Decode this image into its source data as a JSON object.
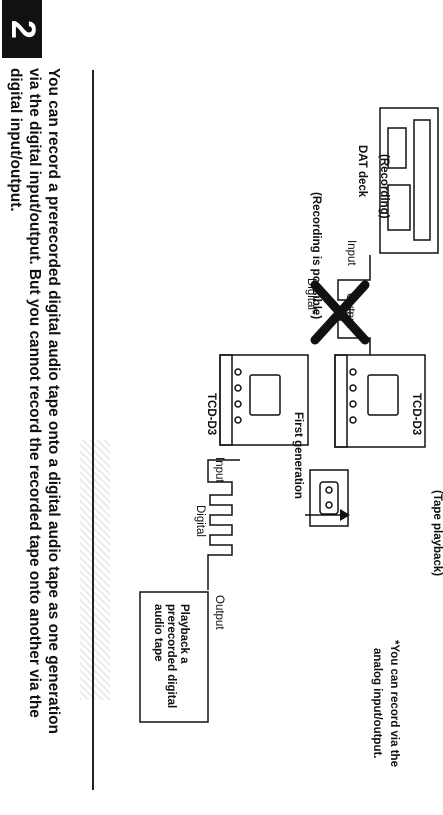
{
  "step": "2",
  "header": {
    "line1": "You can record a prerecorded digital audio tape onto a digital audio tape as one generation",
    "line2": "via the digital input/output. But you cannot record the recorded tape onto another via the",
    "line3": "digital input/output."
  },
  "diagram": {
    "source_box": [
      "Playback a",
      "prerecorded digital",
      "audio tape"
    ],
    "output_label_1": "Output",
    "digital_label_1": "Digital",
    "input_label_1": "Input",
    "device1_name": "TCD-D3",
    "device1_status": "(Recording is possible)",
    "first_generation": "First generation",
    "device2_name": "TCD-D3",
    "device2_status": "(Tape playback)",
    "output_label_2": "Output",
    "digital_label_2": "Digital*",
    "input_label_2": "Input",
    "dat_deck": "DAT deck",
    "dat_status": "(Recording)",
    "footnote": [
      "*You can record via the",
      "analog input/output."
    ]
  }
}
